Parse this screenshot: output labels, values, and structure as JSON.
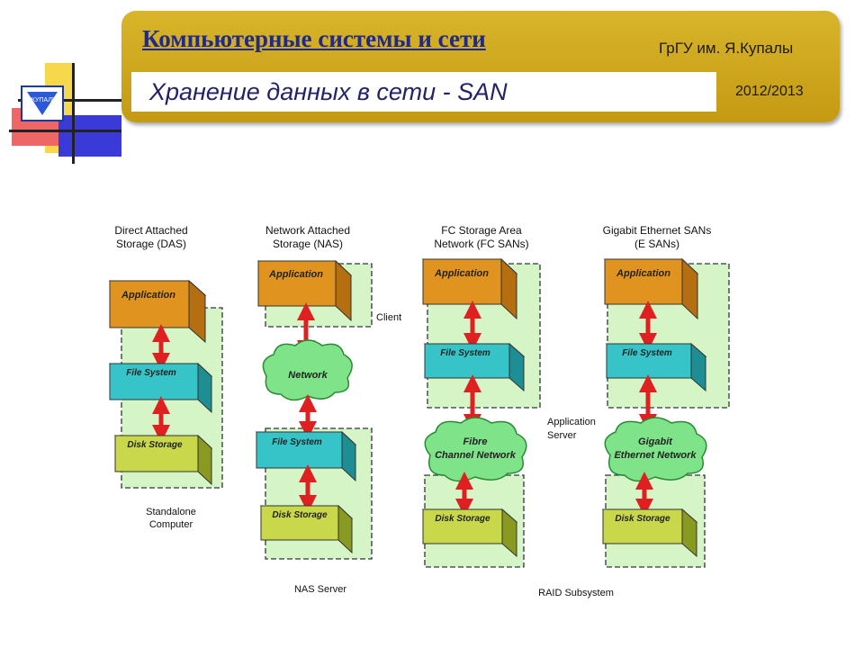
{
  "header": {
    "course_title": "Компьютерные системы и сети",
    "university": "ГрГУ им. Я.Купалы",
    "subtitle": "Хранение данных в сети - SAN",
    "year": "2012/2013"
  },
  "logo": {
    "icon": "university-emblem-icon",
    "lettering": "ЯКУПАЛЫ"
  },
  "colors": {
    "banner": "#c9a116",
    "title": "#1f2a8c",
    "application": "#e0941f",
    "file_system": "#37c4c8",
    "disk_storage": "#c8d84a",
    "network_cloud": "#7fe38a",
    "arrow": "#e02020",
    "zone": "#d6f5c6"
  },
  "diagram": {
    "columns": [
      {
        "heading": [
          "Direct Attached",
          "Storage (DAS)"
        ],
        "blocks": {
          "application": "Application",
          "file_system": "File System",
          "disk_storage": "Disk Storage"
        },
        "zone_label": [
          "Standalone",
          "Computer"
        ]
      },
      {
        "heading": [
          "Network Attached",
          "Storage (NAS)"
        ],
        "blocks": {
          "application": "Application",
          "network": "Network",
          "file_system": "File System",
          "disk_storage": "Disk Storage"
        },
        "client_label": "Client",
        "server_label": "NAS Server"
      },
      {
        "heading": [
          "FC Storage Area",
          "Network (FC SANs)"
        ],
        "blocks": {
          "application": "Application",
          "file_system": "File System",
          "network": [
            "Fibre",
            "Channel Network"
          ],
          "disk_storage": "Disk Storage"
        }
      },
      {
        "heading": [
          "Gigabit Ethernet SANs",
          "(E SANs)"
        ],
        "blocks": {
          "application": "Application",
          "file_system": "File System",
          "network": [
            "Gigabit",
            "Ethernet Network"
          ],
          "disk_storage": "Disk Storage"
        }
      }
    ],
    "application_server_label": [
      "Application",
      "Server"
    ],
    "raid_label": "RAID Subsystem"
  }
}
